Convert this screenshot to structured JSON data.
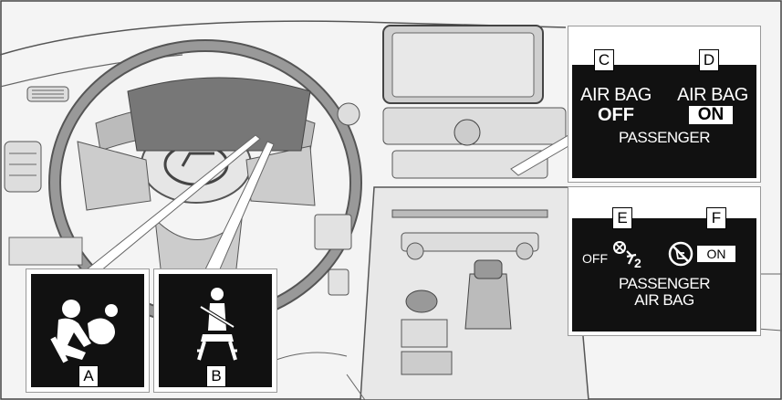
{
  "labels": {
    "a": "A",
    "b": "B",
    "c": "C",
    "d": "D",
    "e": "E",
    "f": "F"
  },
  "indicator_cd": {
    "left_line1": "AIR BAG",
    "left_line2": "OFF",
    "right_line1": "AIR BAG",
    "right_line2": "ON",
    "bottom": "PASSENGER"
  },
  "indicator_ef": {
    "off_text": "OFF",
    "on_text": "ON",
    "bottom_line1": "PASSENGER",
    "bottom_line2": "AIR BAG"
  },
  "icons": {
    "a": "srs-airbag-warning-icon",
    "b": "seatbelt-reminder-icon",
    "e": "child-seat-off-icon",
    "f": "child-seat-prohibited-icon"
  },
  "colors": {
    "panel": "#111111",
    "line_art": "#3a3a3a",
    "fill_gray": "#d9d9d9"
  }
}
